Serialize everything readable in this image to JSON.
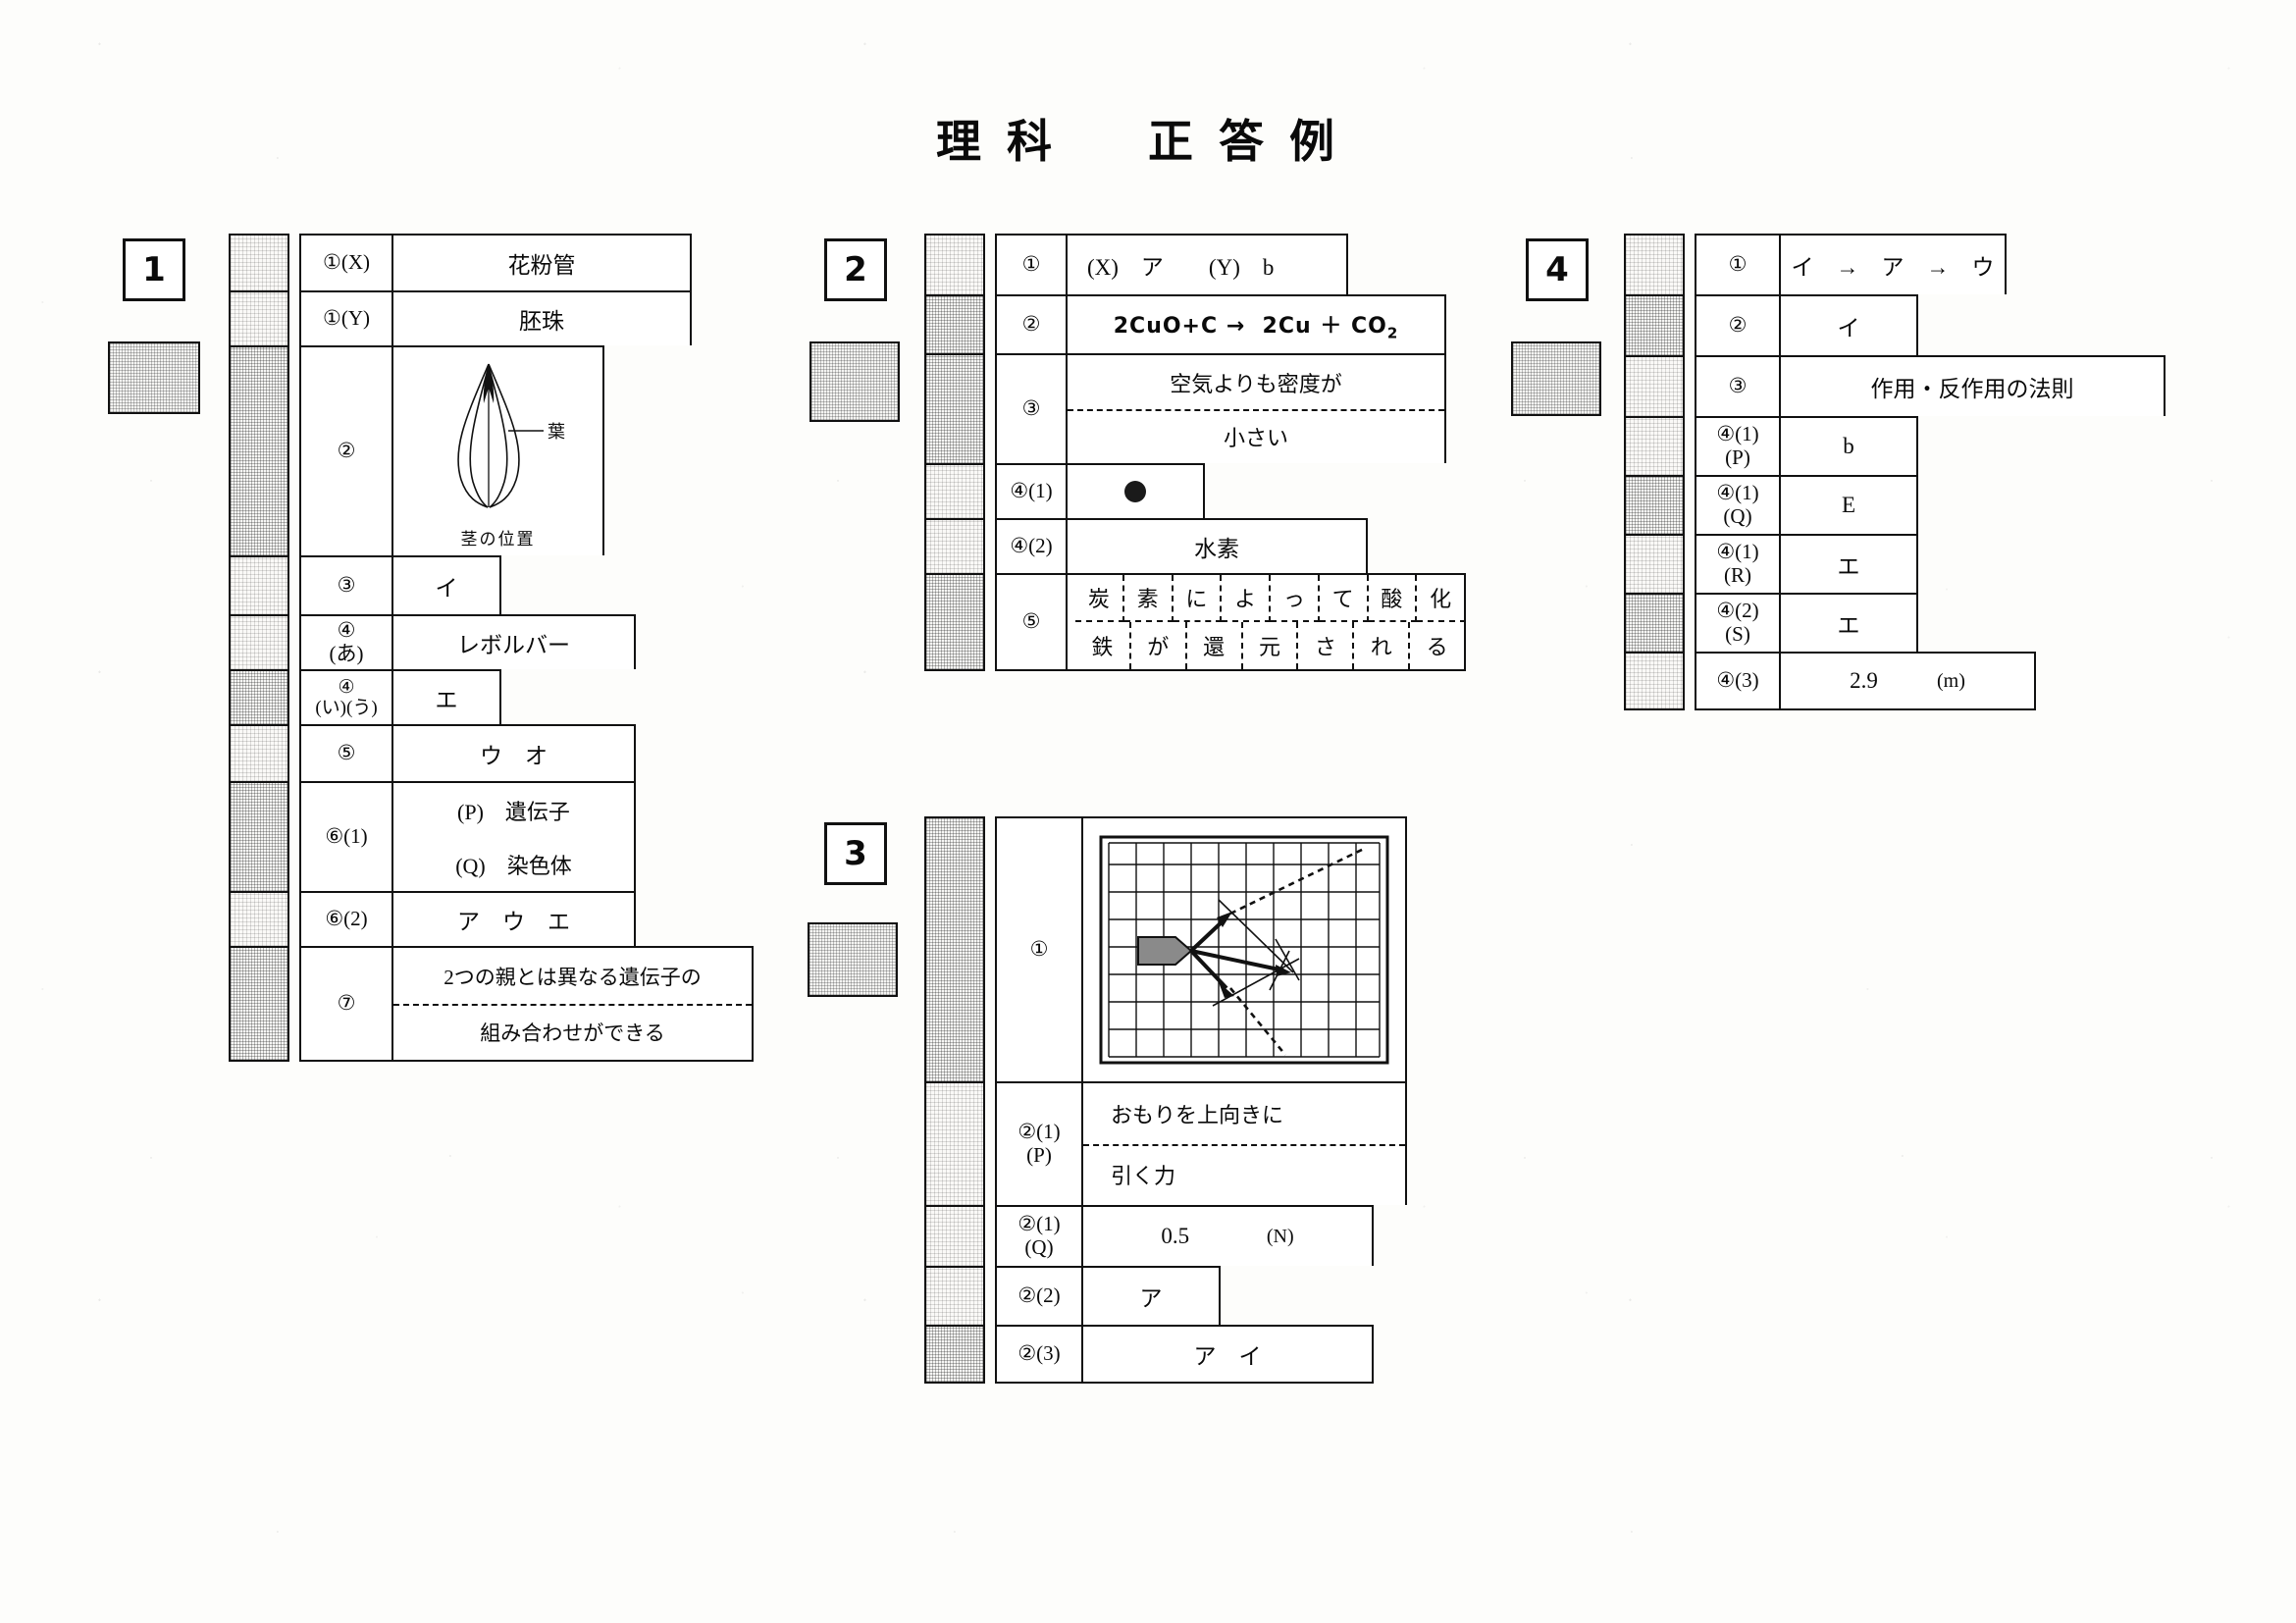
{
  "document": {
    "title": "理科　正答例"
  },
  "sections": [
    {
      "number": "1",
      "rows": [
        {
          "label": "①(X)",
          "answer": "花粉管"
        },
        {
          "label": "①(Y)",
          "answer": "胚珠"
        },
        {
          "label": "②",
          "answer": "",
          "diagram": "leaf-sketch",
          "diagram_labels": {
            "leaf": "葉",
            "stem": "茎の位置"
          }
        },
        {
          "label": "③",
          "answer": "イ"
        },
        {
          "label": "④\n(あ)",
          "label_line1": "④",
          "label_line2": "(あ)",
          "answer": "レボルバー"
        },
        {
          "label": "④",
          "label_line1": "④",
          "label_line2": "(い)(う)",
          "answer": "エ"
        },
        {
          "label": "⑤",
          "answer": "ウ　オ"
        },
        {
          "label": "⑥(1)",
          "answer_line1": "(P)　遺伝子",
          "answer_line2": "(Q)　染色体"
        },
        {
          "label": "⑥(2)",
          "answer": "ア　ウ　エ"
        },
        {
          "label": "⑦",
          "answer_line1": "2つの親とは異なる遺伝子の",
          "answer_line2": "組み合わせができる"
        }
      ]
    },
    {
      "number": "2",
      "rows": [
        {
          "label": "①",
          "answer": "(X)　ア　　(Y)　b"
        },
        {
          "label": "②",
          "answer": "2CuO+C →　2Cu + CO2",
          "answer_html": "2CuO+C →　2Cu ＋ CO<sub>2</sub>"
        },
        {
          "label": "③",
          "answer_line1": "空気よりも密度が",
          "answer_line2": "小さい"
        },
        {
          "label": "④(1)",
          "answer": "",
          "mark": "filled-dot"
        },
        {
          "label": "④(2)",
          "answer": "水素"
        },
        {
          "label": "⑤",
          "grid_row1": [
            "炭",
            "素",
            "に",
            "よ",
            "っ",
            "て",
            "酸",
            "化"
          ],
          "grid_row2": [
            "鉄",
            "が",
            "還",
            "元",
            "さ",
            "れ",
            "る"
          ]
        }
      ]
    },
    {
      "number": "3",
      "rows": [
        {
          "label": "①",
          "answer": "",
          "diagram": "force-vector-grid"
        },
        {
          "label": "②(1)",
          "label_line1": "②(1)",
          "label_line2": "(P)",
          "answer_line1": "おもりを上向きに",
          "answer_line2": "引く力"
        },
        {
          "label": "②(1)",
          "label_line1": "②(1)",
          "label_line2": "(Q)",
          "answer": "0.5",
          "unit": "(N)"
        },
        {
          "label": "②(2)",
          "answer": "ア"
        },
        {
          "label": "②(3)",
          "answer": "ア　イ"
        }
      ]
    },
    {
      "number": "4",
      "rows": [
        {
          "label": "①",
          "answer": "イ　→　ア　→　ウ"
        },
        {
          "label": "②",
          "answer": "イ"
        },
        {
          "label": "③",
          "answer": "作用・反作用の法則"
        },
        {
          "label": "④(1)",
          "label_line1": "④(1)",
          "label_line2": "(P)",
          "answer": "b"
        },
        {
          "label": "④(1)",
          "label_line1": "④(1)",
          "label_line2": "(Q)",
          "answer": "E"
        },
        {
          "label": "④(1)",
          "label_line1": "④(1)",
          "label_line2": "(R)",
          "answer": "エ"
        },
        {
          "label": "④(2)",
          "label_line1": "④(2)",
          "label_line2": "(S)",
          "answer": "エ"
        },
        {
          "label": "④(3)",
          "answer": "2.9",
          "unit": "(m)"
        }
      ]
    }
  ],
  "colors": {
    "ink": "#0a0a0a",
    "paper": "#fdfdfb",
    "halftone": "#f4f4f2"
  }
}
